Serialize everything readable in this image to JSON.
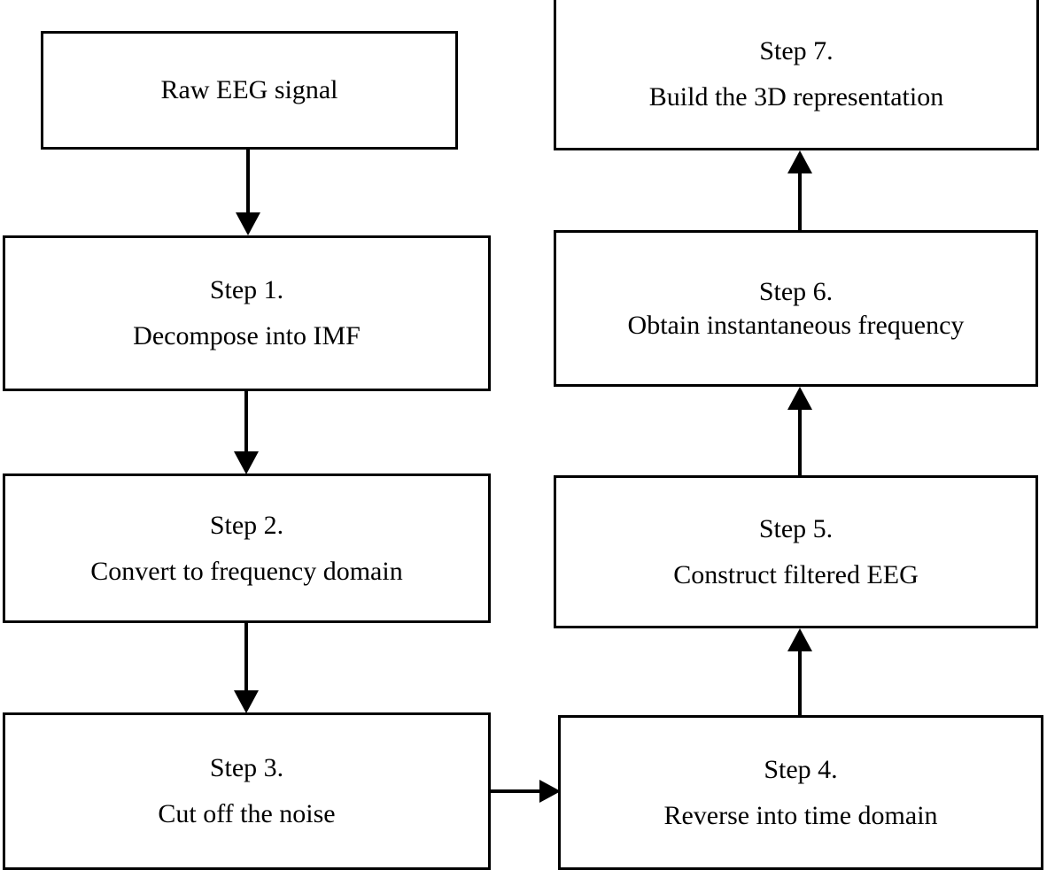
{
  "diagram": {
    "type": "flowchart",
    "title": "",
    "orientation": "two-column; left column flows downward, right column flows upward",
    "nodes": [
      {
        "id": "raw-eeg-signal",
        "lines": [
          "Raw EEG signal"
        ],
        "line_spacing": "single",
        "column": "left",
        "order": 0
      },
      {
        "id": "step-1",
        "lines": [
          "Step 1.",
          "Decompose into IMF"
        ],
        "line_spacing": "wide",
        "column": "left",
        "order": 1
      },
      {
        "id": "step-2",
        "lines": [
          "Step 2.",
          "Convert to frequency domain"
        ],
        "line_spacing": "wide",
        "column": "left",
        "order": 2
      },
      {
        "id": "step-3",
        "lines": [
          "Step 3.",
          "Cut off the noise"
        ],
        "line_spacing": "wide",
        "column": "left",
        "order": 3
      },
      {
        "id": "step-4",
        "lines": [
          "Step 4.",
          "Reverse into time domain"
        ],
        "line_spacing": "wide",
        "column": "right",
        "order": 4
      },
      {
        "id": "step-5",
        "lines": [
          "Step 5.",
          "Construct filtered EEG"
        ],
        "line_spacing": "wide",
        "column": "right",
        "order": 5
      },
      {
        "id": "step-6",
        "lines": [
          "Step 6.",
          "Obtain instantaneous frequency"
        ],
        "line_spacing": "tight",
        "column": "right",
        "order": 6
      },
      {
        "id": "step-7",
        "lines": [
          "Step 7.",
          "Build the 3D representation"
        ],
        "line_spacing": "wide",
        "column": "right",
        "order": 7
      }
    ],
    "edges": [
      {
        "id": "edge-raw-to-step1",
        "from": "raw-eeg-signal",
        "to": "step-1",
        "direction": "down"
      },
      {
        "id": "edge-step1-to-step2",
        "from": "step-1",
        "to": "step-2",
        "direction": "down"
      },
      {
        "id": "edge-step2-to-step3",
        "from": "step-2",
        "to": "step-3",
        "direction": "down"
      },
      {
        "id": "edge-step3-to-step4",
        "from": "step-3",
        "to": "step-4",
        "direction": "right"
      },
      {
        "id": "edge-step4-to-step5",
        "from": "step-4",
        "to": "step-5",
        "direction": "up"
      },
      {
        "id": "edge-step5-to-step6",
        "from": "step-5",
        "to": "step-6",
        "direction": "up"
      },
      {
        "id": "edge-step6-to-step7",
        "from": "step-6",
        "to": "step-7",
        "direction": "up"
      }
    ],
    "colors": {
      "background": "#ffffff",
      "stroke": "#000000",
      "text": "#000000"
    }
  }
}
